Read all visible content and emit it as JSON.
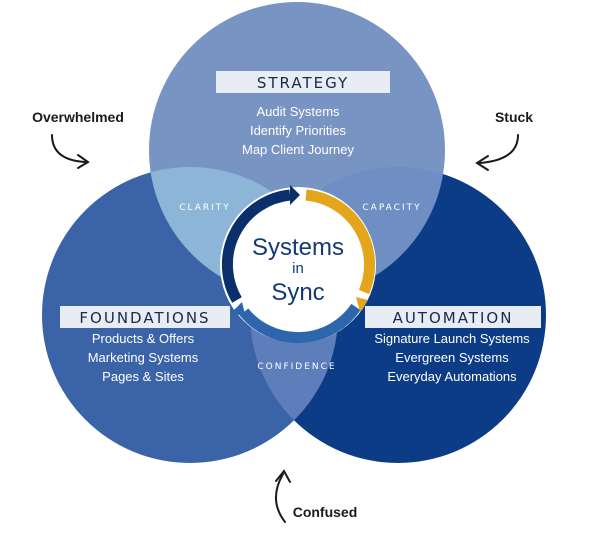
{
  "center": {
    "line1": "Systems",
    "line2": "in",
    "line3": "Sync"
  },
  "circles": {
    "strategy": {
      "title": "STRATEGY",
      "items": [
        "Audit Systems",
        "Identify Priorities",
        "Map Client Journey"
      ]
    },
    "foundations": {
      "title": "FOUNDATIONS",
      "items": [
        "Products & Offers",
        "Marketing Systems",
        "Pages & Sites"
      ]
    },
    "automation": {
      "title": "AUTOMATION",
      "items": [
        "Signature Launch Systems",
        "Evergreen Systems",
        "Everyday Automations"
      ]
    }
  },
  "overlaps": {
    "clarity": "CLARITY",
    "capacity": "CAPACITY",
    "confidence": "CONFIDENCE"
  },
  "states": {
    "overwhelmed": "Overwhelmed",
    "stuck": "Stuck",
    "confused": "Confused"
  },
  "colors": {
    "strategy": "#7894c2",
    "foundations": "#3b64a8",
    "automation": "#0c3c85",
    "clarity": "#8db5d8",
    "capacity": "#6f8fc4",
    "confidence": "#5e7dbb",
    "ring_dark": "#0b2f6b",
    "ring_gold": "#e3a51a",
    "ring_mid": "#2d66ad",
    "ink": "#1a1a1a"
  }
}
